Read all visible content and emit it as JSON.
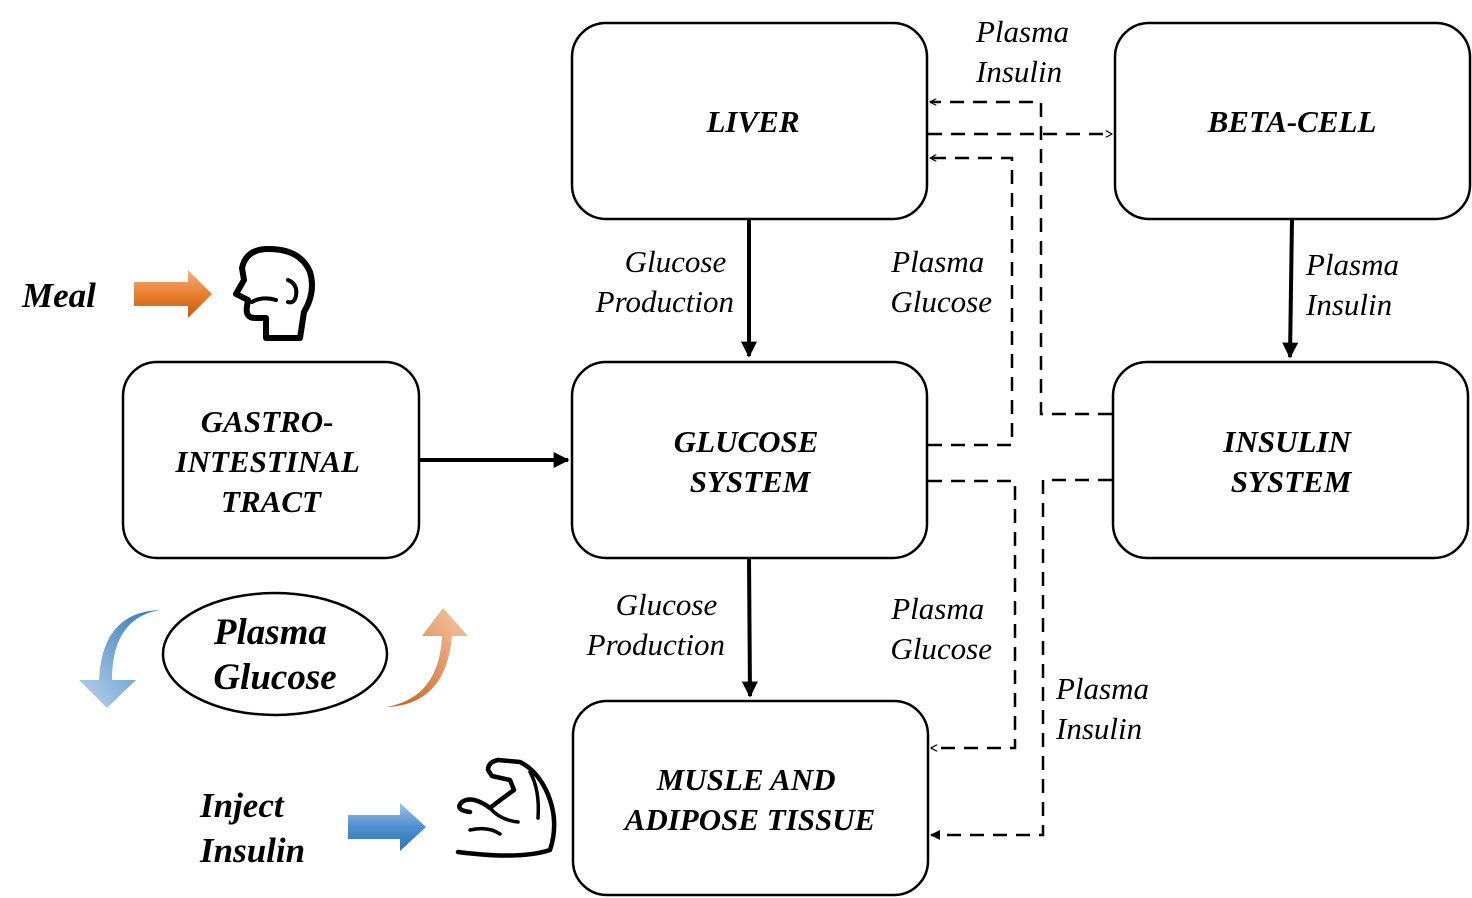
{
  "nodes": {
    "liver": [
      "LIVER"
    ],
    "beta_cell": [
      "BETA-CELL"
    ],
    "gastro": [
      "GASTRO-",
      "INTESTINAL",
      "TRACT"
    ],
    "glucose_system": [
      "GLUCOSE",
      "SYSTEM"
    ],
    "insulin_system": [
      "INSULIN",
      "SYSTEM"
    ],
    "muscle": [
      "MUSLE AND",
      "ADIPOSE TISSUE"
    ]
  },
  "edge_labels": {
    "liver_glucose_production": [
      "Glucose",
      "Production"
    ],
    "glucose_to_muscle_production": [
      "Glucose",
      "Production"
    ],
    "plasma_glucose_to_liver": [
      "Plasma",
      "Glucose"
    ],
    "plasma_glucose_to_muscle": [
      "Plasma",
      "Glucose"
    ],
    "plasma_insulin_top": [
      "Plasma",
      "Insulin"
    ],
    "plasma_insulin_beta": [
      "Plasma",
      "Insulin"
    ],
    "plasma_insulin_to_muscle": [
      "Plasma",
      "Insulin"
    ]
  },
  "inputs": {
    "meal": "Meal",
    "inject_insulin": [
      "Inject",
      "Insulin"
    ],
    "plasma_glucose_ellipse": [
      "Plasma",
      "Glucose"
    ]
  },
  "icons": {
    "head": "head-icon",
    "muscle": "flexed-arm-icon"
  },
  "colors": {
    "orange": "#e97f2e",
    "blue": "#4e8fd0"
  }
}
